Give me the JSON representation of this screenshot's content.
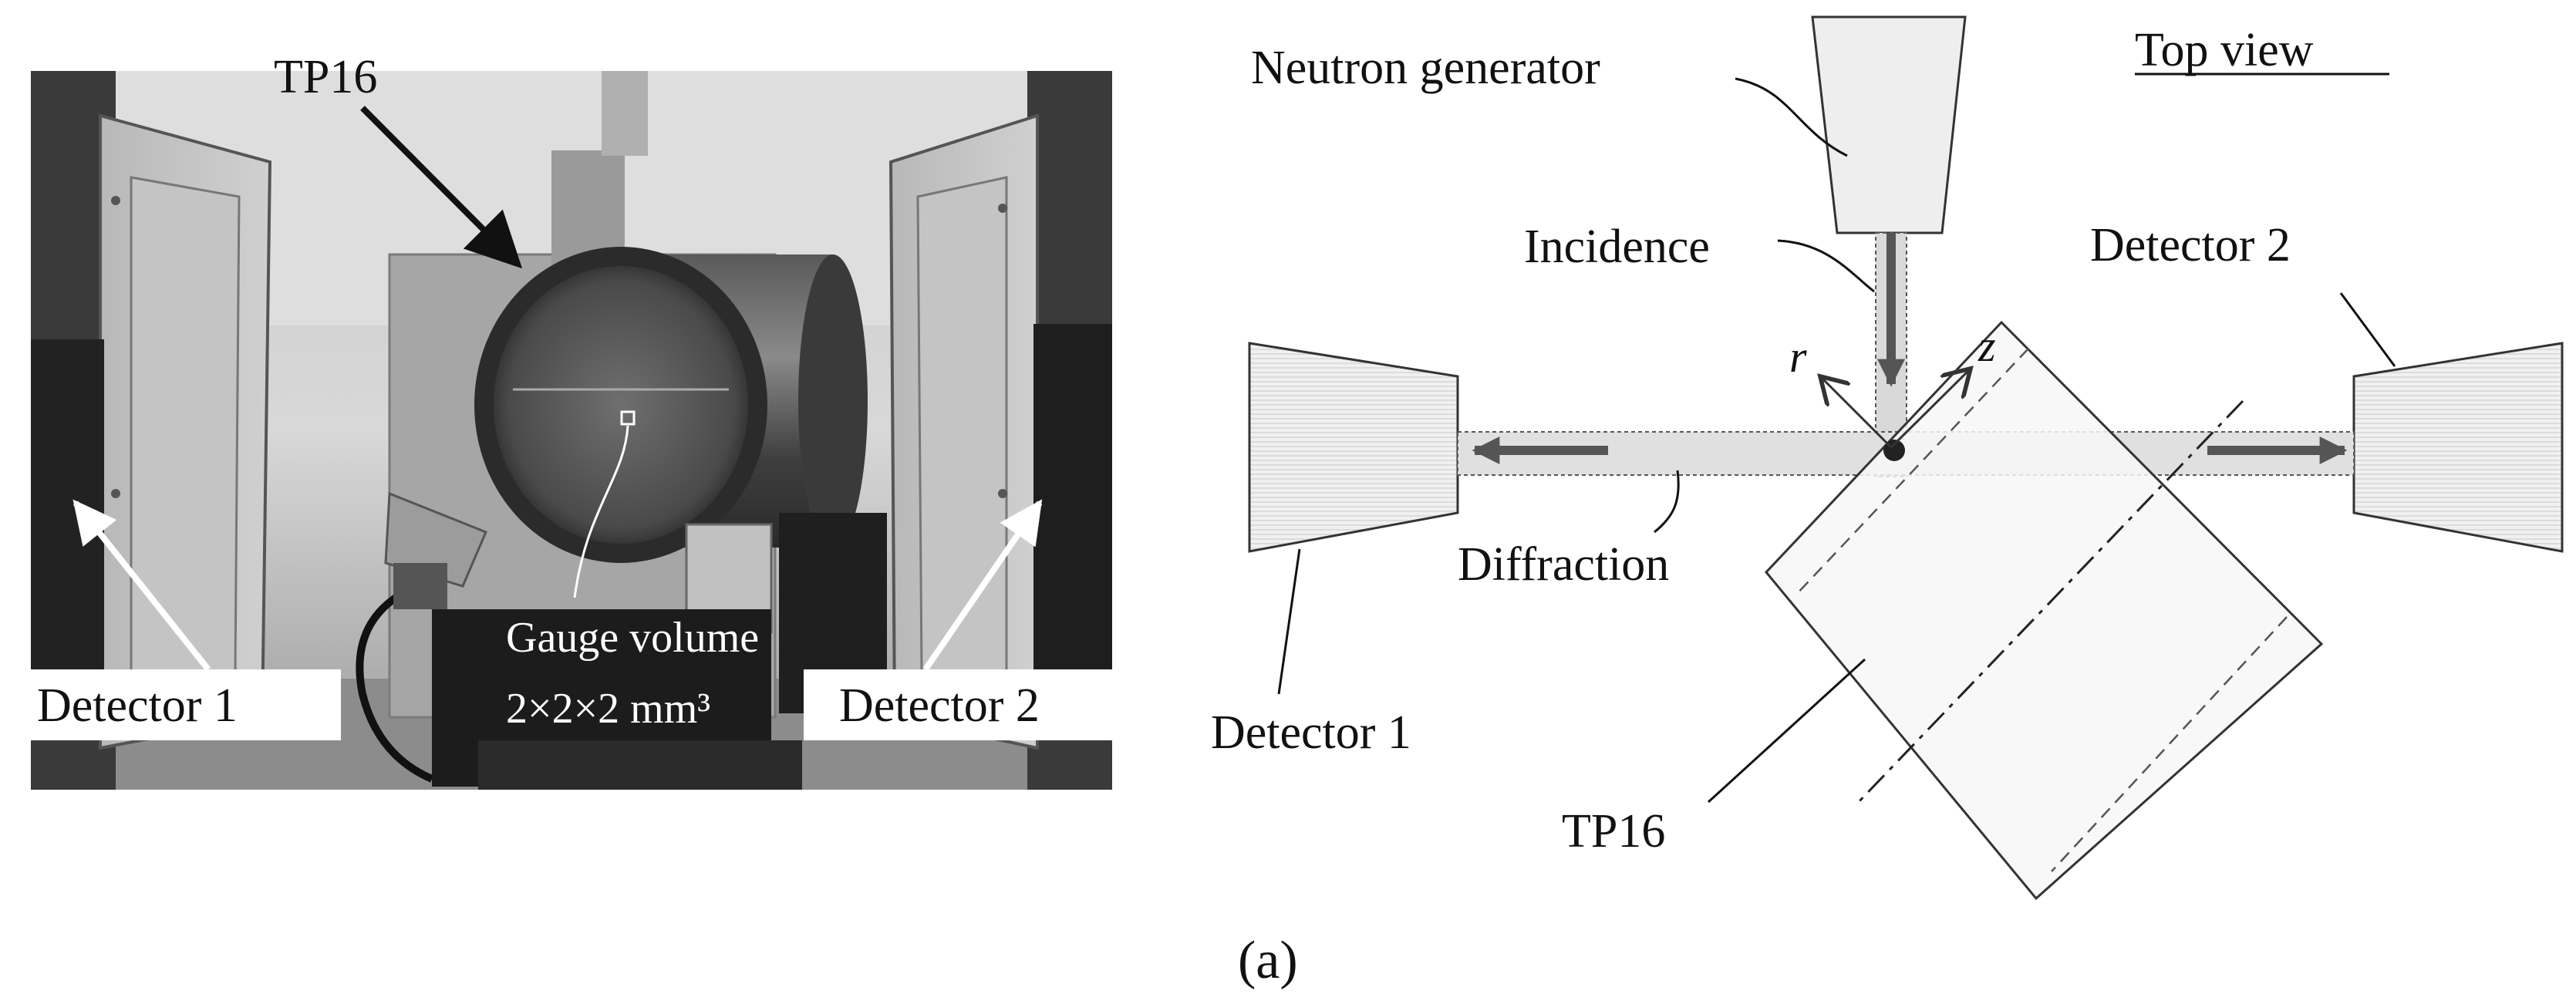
{
  "photo": {
    "label_tp16": "TP16",
    "label_detector1": "Detector 1",
    "label_detector2": "Detector 2",
    "label_gauge_volume": "Gauge volume",
    "label_gauge_size": "2×2×2 mm³"
  },
  "diagram": {
    "label_top_view": "Top view",
    "label_neutron_generator": "Neutron generator",
    "label_incidence": "Incidence",
    "label_detector1": "Detector 1",
    "label_detector2": "Detector 2",
    "label_diffraction": "Diffraction",
    "label_tp16": "TP16",
    "axis_r": "r",
    "axis_z": "z"
  },
  "caption": "(a)"
}
